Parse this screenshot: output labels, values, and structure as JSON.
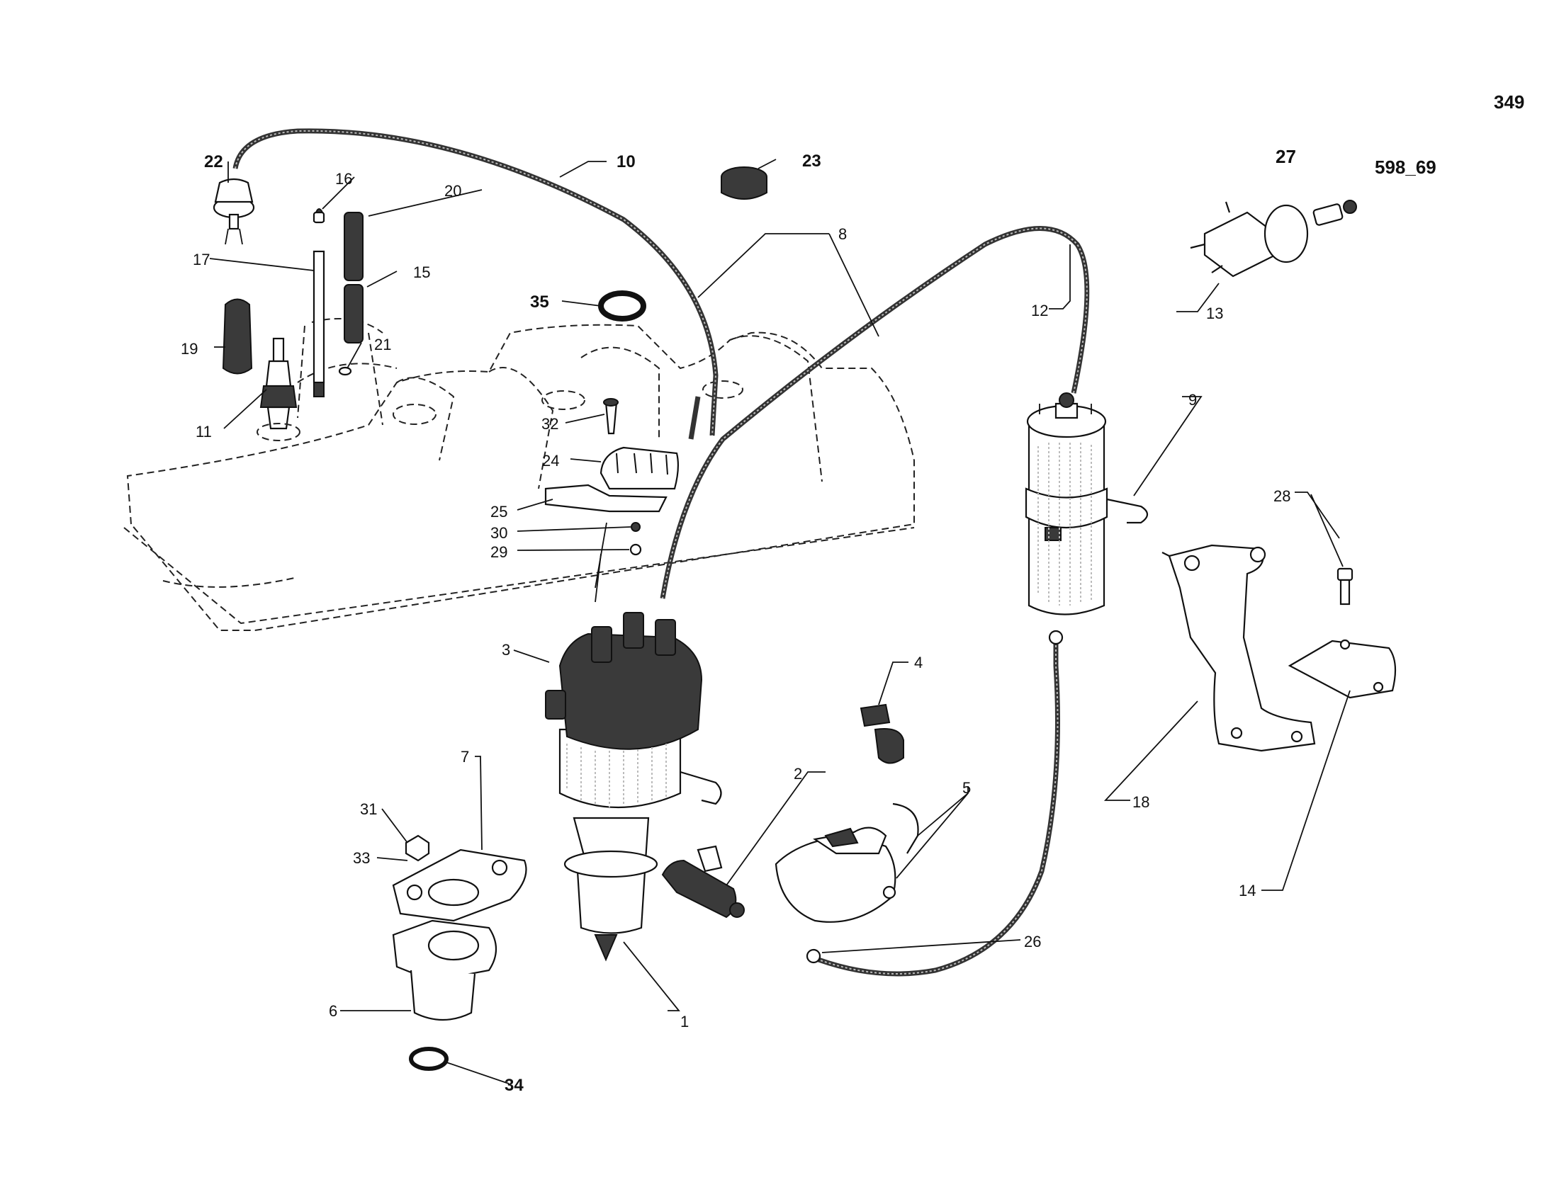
{
  "page_number": "349",
  "plate_code": "598_69",
  "sub_header": "27",
  "icons": [
    "distributor",
    "ignition-coil",
    "spark-plug",
    "cylinder-head-cover",
    "ht-lead",
    "condenser",
    "contact-breaker"
  ],
  "callouts": {
    "c1": "1",
    "c2": "2",
    "c3": "3",
    "c4": "4",
    "c5": "5",
    "c6": "6",
    "c7": "7",
    "c8": "8",
    "c9": "9",
    "c10": "10",
    "c11": "11",
    "c12": "12",
    "c13": "13",
    "c14": "14",
    "c15": "15",
    "c16": "16",
    "c17": "17",
    "c18": "18",
    "c19": "19",
    "c20": "20",
    "c21": "21",
    "c22": "22",
    "c23": "23",
    "c24": "24",
    "c25": "25",
    "c26": "26",
    "c28": "28",
    "c29": "29",
    "c30": "30",
    "c31": "31",
    "c32": "32",
    "c33": "33",
    "c34": "34",
    "c35": "35"
  }
}
